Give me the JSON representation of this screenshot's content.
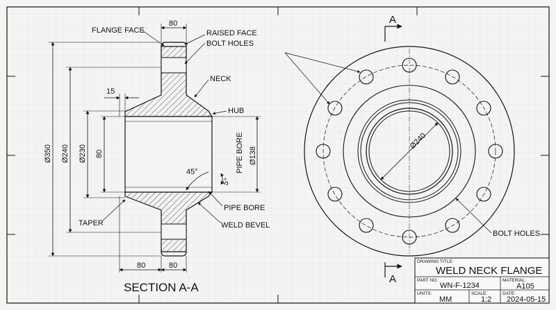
{
  "section_view": {
    "title": "SECTION A-A",
    "labels": {
      "flange_face": "FLANGE FACE",
      "raised_face": "RAISED FACE",
      "bolt_holes": "BOLT HOLES",
      "neck": "NECK",
      "hub": "HUB",
      "pipe_bore_vertical": "PIPE BORE",
      "pipe_bore": "PIPE BORE",
      "weld_bevel": "WELD BEVEL",
      "taper": "TAPER"
    },
    "dimensions": {
      "top_width": "80",
      "neck_offset": "15",
      "od_350": "Ø350",
      "od_240": "Ø240",
      "od_230": "Ø230",
      "bore_80": "80",
      "bore_138": "Ø138",
      "angle_45": "45°",
      "angle_5": "5°",
      "bottom_left": "80",
      "bottom_right": "80"
    }
  },
  "front_view": {
    "section_marker_top": "A",
    "section_marker_bottom": "A",
    "dia_240": "Ø240",
    "bolt_holes": "BOLT HOLES"
  },
  "title_block": {
    "drawing_title_caption": "DRAWING TITLE:",
    "drawing_title": "WELD NECK FLANGE",
    "part_no_caption": "PART NO:",
    "part_no": "WN-F-1234",
    "material_caption": "MATERIAL:",
    "material": "A105",
    "units_caption": "UNITS:",
    "units": "MM",
    "scale_caption": "SCALE:",
    "scale": "1:2",
    "date_caption": "DATE:",
    "date": "2024-05-15"
  },
  "colors": {
    "ink": "#111111",
    "paper": "#f4f4f2",
    "grid": "#dcdcd8"
  }
}
